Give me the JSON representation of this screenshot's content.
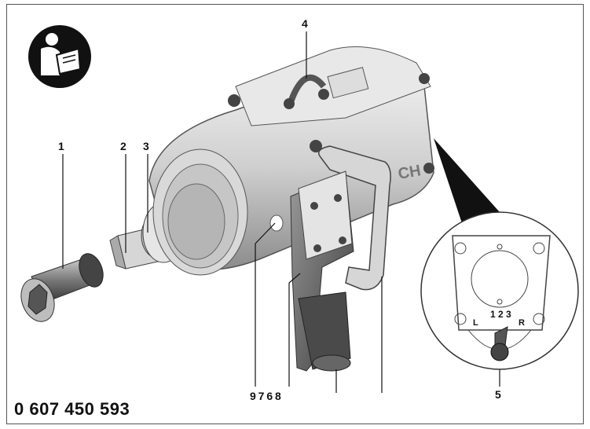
{
  "callouts": {
    "c1": "1",
    "c2": "2",
    "c3": "3",
    "c4": "4",
    "c5": "5",
    "bottom_group": "9 7 6 8"
  },
  "tool_marking": "CH",
  "selector_labels": {
    "left": "L",
    "right": "R",
    "positions": "1 2 3"
  },
  "part_number": "0 607 450 593",
  "icons": [
    "read-manual-icon"
  ]
}
